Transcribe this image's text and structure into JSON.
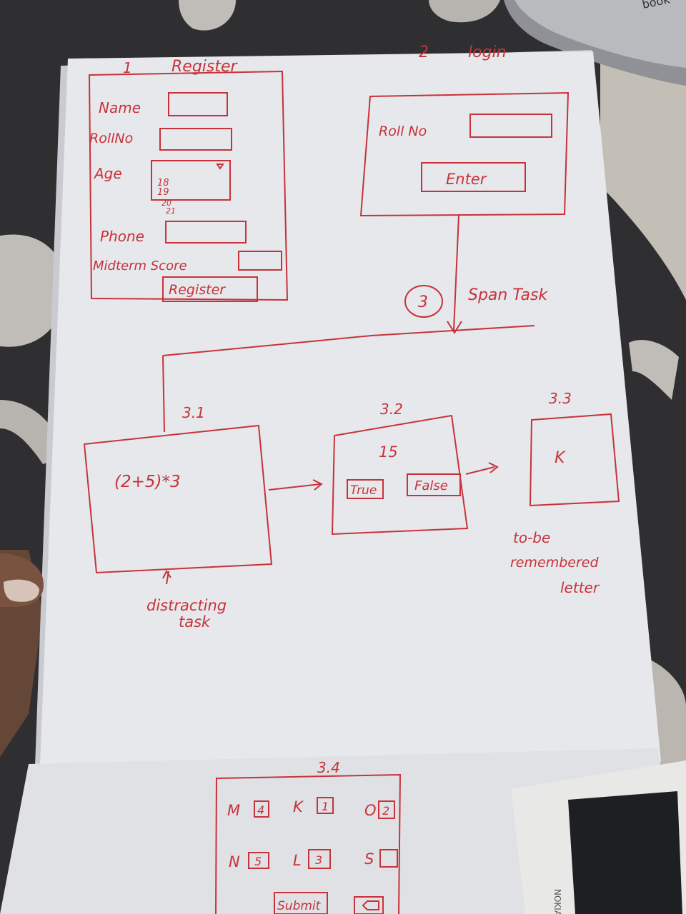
{
  "colors": {
    "ink": "#c8323a",
    "paper": "#e6e8ec",
    "cloth_dark": "#2f2f31",
    "cloth_light": "#d9d6d0"
  },
  "register_screen": {
    "number": "1",
    "title": "Register",
    "name_label": "Name",
    "rollno_label": "RollNo",
    "age_label": "Age",
    "age_options": [
      "18",
      "19",
      "20",
      "21"
    ],
    "phone_label": "Phone",
    "midterm_label": "Midterm Score",
    "register_button": "Register"
  },
  "login_screen": {
    "number": "2",
    "title": "login",
    "rollno_label": "Roll No",
    "enter_button": "Enter"
  },
  "span_task": {
    "number": "3",
    "title": "Span Task"
  },
  "screen_3_1": {
    "number": "3.1",
    "expression": "(2+5)*3",
    "caption_line1": "distracting",
    "caption_line2": "task"
  },
  "screen_3_2": {
    "number": "3.2",
    "value": "15",
    "true_button": "True",
    "false_button": "False"
  },
  "screen_3_3": {
    "number": "3.3",
    "letter": "K",
    "caption_line1": "to-be",
    "caption_line2": "remembered",
    "caption_line3": "letter"
  },
  "screen_3_4": {
    "number": "3.4",
    "letters": [
      {
        "letter": "M",
        "box": "4"
      },
      {
        "letter": "K",
        "box": "1"
      },
      {
        "letter": "O",
        "box": "2"
      },
      {
        "letter": "N",
        "box": "5"
      },
      {
        "letter": "L",
        "box": "3"
      },
      {
        "letter": "S",
        "box": ""
      }
    ],
    "submit_button": "Submit"
  },
  "notebook_text": "book",
  "phone_brand": "NOKIA"
}
